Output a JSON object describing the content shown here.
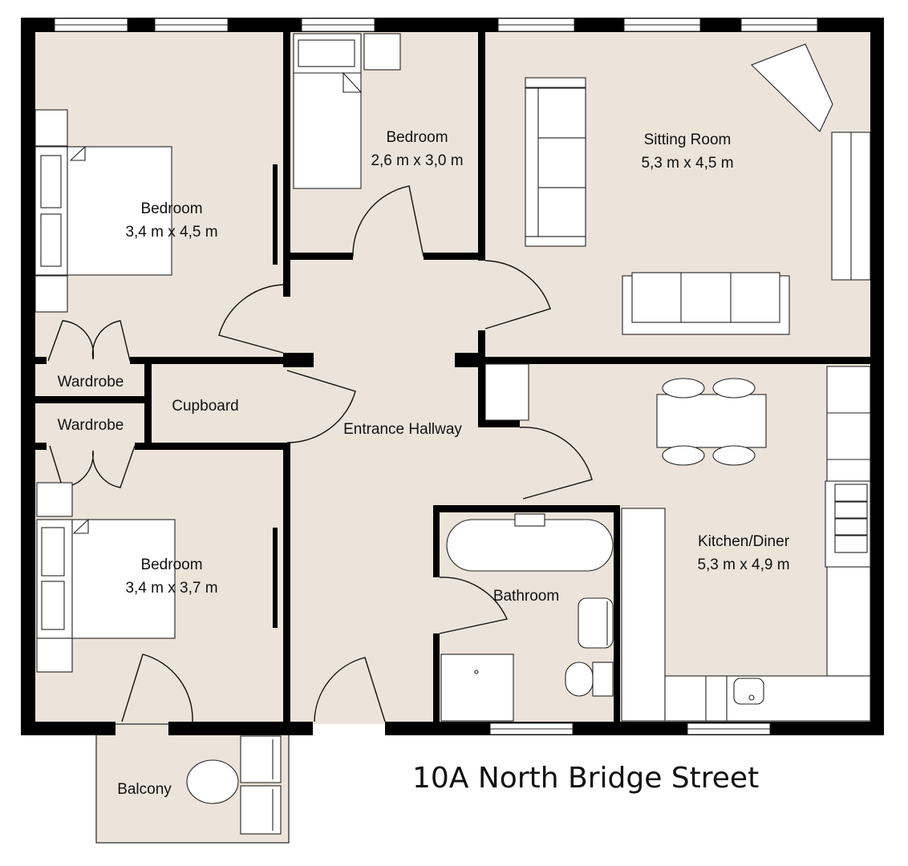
{
  "plan": {
    "address": "10A North Bridge Street",
    "colors": {
      "floor": "#ece4da",
      "wall": "#000000",
      "furniture": "#ffffff",
      "line": "#222222",
      "background": "#ffffff"
    }
  },
  "rooms": [
    {
      "id": "bedroom-1",
      "name": "Bedroom",
      "dimensions": "3,4 m x 4,5 m"
    },
    {
      "id": "bedroom-2",
      "name": "Bedroom",
      "dimensions": "2,6 m x 3,0 m"
    },
    {
      "id": "sitting-room",
      "name": "Sitting Room",
      "dimensions": "5,3 m x 4,5 m"
    },
    {
      "id": "wardrobe-1",
      "name": "Wardrobe"
    },
    {
      "id": "wardrobe-2",
      "name": "Wardrobe"
    },
    {
      "id": "cupboard",
      "name": "Cupboard"
    },
    {
      "id": "entrance-hallway",
      "name": "Entrance Hallway"
    },
    {
      "id": "kitchen-diner",
      "name": "Kitchen/Diner",
      "dimensions": "5,3 m x 4,9 m"
    },
    {
      "id": "bedroom-3",
      "name": "Bedroom",
      "dimensions": "3,4 m x 3,7 m"
    },
    {
      "id": "bathroom",
      "name": "Bathroom"
    },
    {
      "id": "balcony",
      "name": "Balcony"
    }
  ]
}
